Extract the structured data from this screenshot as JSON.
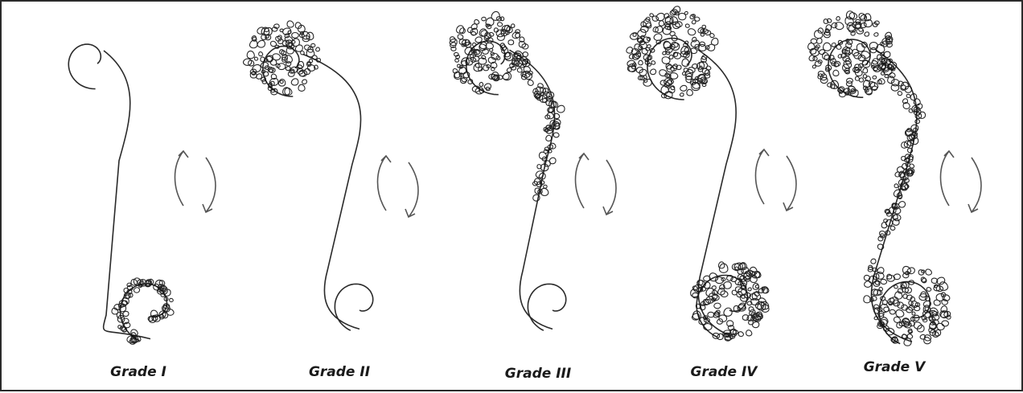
{
  "grades": [
    {
      "label": "Grade I",
      "coverage": "bottom coil"
    },
    {
      "label": "Grade II",
      "coverage": "top coil"
    },
    {
      "label": "Grade III",
      "coverage": "top coil and upper stem"
    },
    {
      "label": "Grade IV",
      "coverage": "top coil and bottom coil"
    },
    {
      "label": "Grade V",
      "coverage": "entire length"
    }
  ],
  "colors": {
    "line": "#2a2a2a",
    "texture": "#141414",
    "arrow": "#555555",
    "frame": "#2b2b2b"
  },
  "icons": [
    "rotation-arrows-icon"
  ]
}
